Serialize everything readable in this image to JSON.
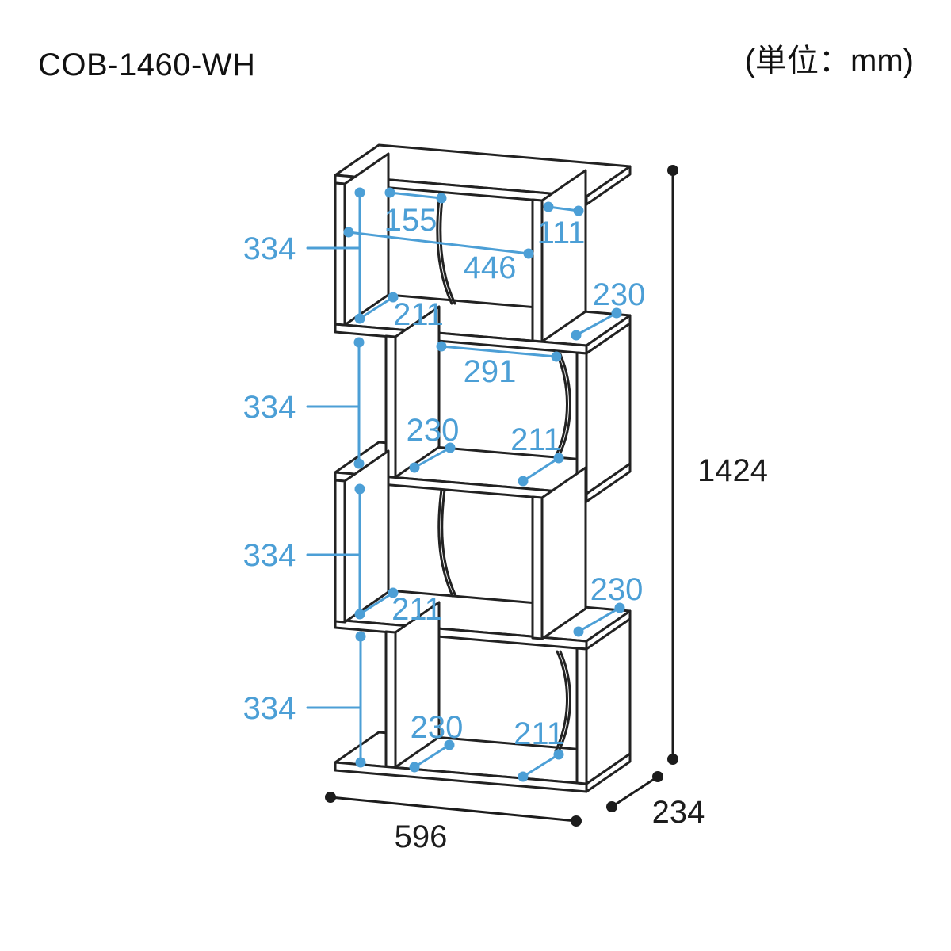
{
  "page": {
    "background": "#ffffff"
  },
  "header": {
    "model_code": "COB-1460-WH",
    "unit_note": "(単位：mm)"
  },
  "colors": {
    "dimension_accent": "#4c9fd6",
    "drawing_line": "#222222"
  },
  "dimensions": {
    "overall": {
      "height_mm": "1424",
      "width_mm": "596",
      "depth_mm": "234"
    },
    "tier1": {
      "divider_offset": "155",
      "right_gap": "111",
      "opening_width": "446",
      "opening_height": "334",
      "floor_depth": "211",
      "shelf_depth": "230"
    },
    "tier2": {
      "opening_width": "291",
      "opening_height": "334",
      "floor_depth_left": "230",
      "floor_depth_right": "211"
    },
    "tier3": {
      "opening_height": "334",
      "floor_depth": "211",
      "shelf_depth": "230"
    },
    "tier4": {
      "opening_height": "334",
      "floor_depth_left": "230",
      "floor_depth_right": "211"
    }
  }
}
